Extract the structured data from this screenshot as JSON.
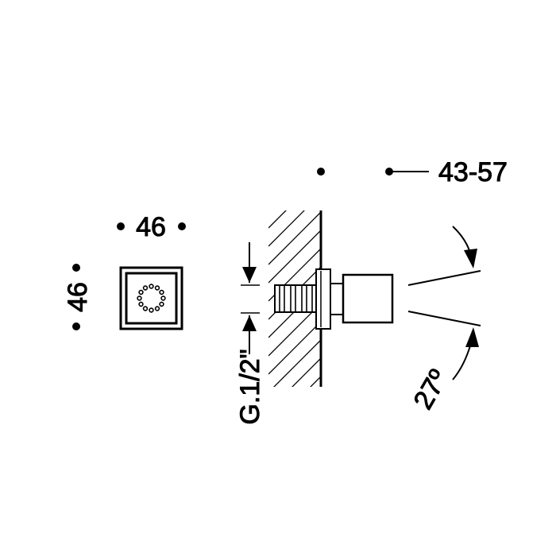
{
  "dimensions": {
    "front_width": "46",
    "front_height": "46",
    "projection": "43-57",
    "thread": "G.1/2\"",
    "spray_angle": "27º"
  },
  "colors": {
    "line": "#000000",
    "background": "#ffffff"
  }
}
